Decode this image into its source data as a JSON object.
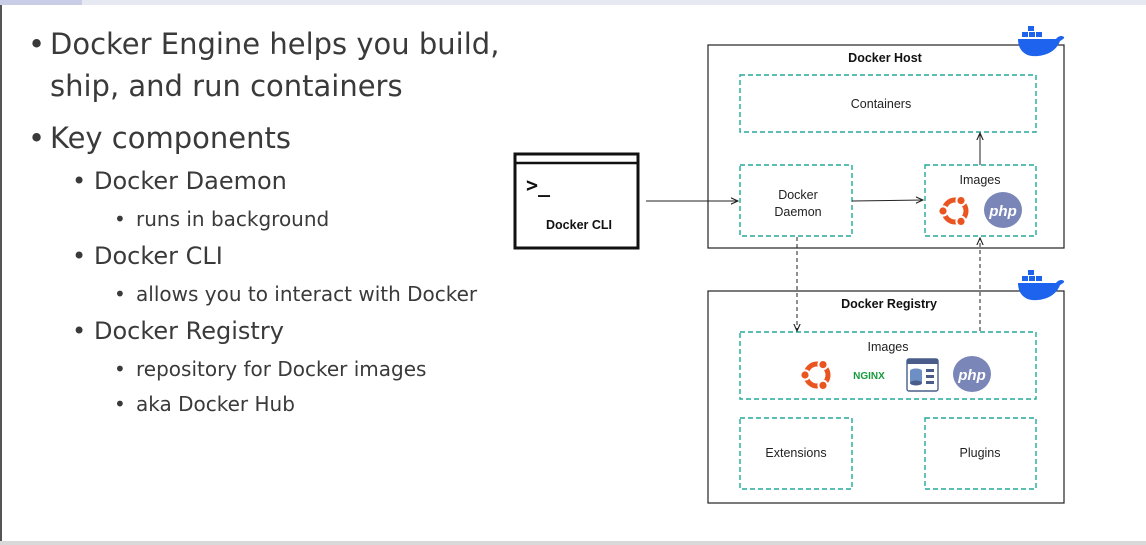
{
  "bullets": [
    {
      "level": 1,
      "text": "Docker Engine helps you build,",
      "cont": "ship, and run containers"
    },
    {
      "level": 1,
      "text": "Key components"
    },
    {
      "level": 2,
      "text": "Docker Daemon"
    },
    {
      "level": 3,
      "text": "runs in background"
    },
    {
      "level": 2,
      "text": "Docker CLI"
    },
    {
      "level": 3,
      "text": "allows you to interact with Docker"
    },
    {
      "level": 2,
      "text": "Docker Registry"
    },
    {
      "level": 3,
      "text": "repository for Docker images"
    },
    {
      "level": 3,
      "text": "aka Docker Hub"
    }
  ],
  "diagram": {
    "cli": {
      "prompt": ">_",
      "label": "Docker CLI"
    },
    "host": {
      "title": "Docker Host",
      "containers": "Containers",
      "daemon": [
        "Docker",
        "Daemon"
      ],
      "images": "Images"
    },
    "registry": {
      "title": "Docker Registry",
      "images": "Images",
      "extensions": "Extensions",
      "plugins": "Plugins"
    },
    "logos": {
      "php": "php",
      "nginx": "NGINX"
    },
    "colors": {
      "dashed": "#23a89a",
      "docker_blue": "#1d63ed",
      "ubuntu": "#e95420",
      "php": "#7a86b8",
      "nginx": "#169a3d"
    }
  }
}
